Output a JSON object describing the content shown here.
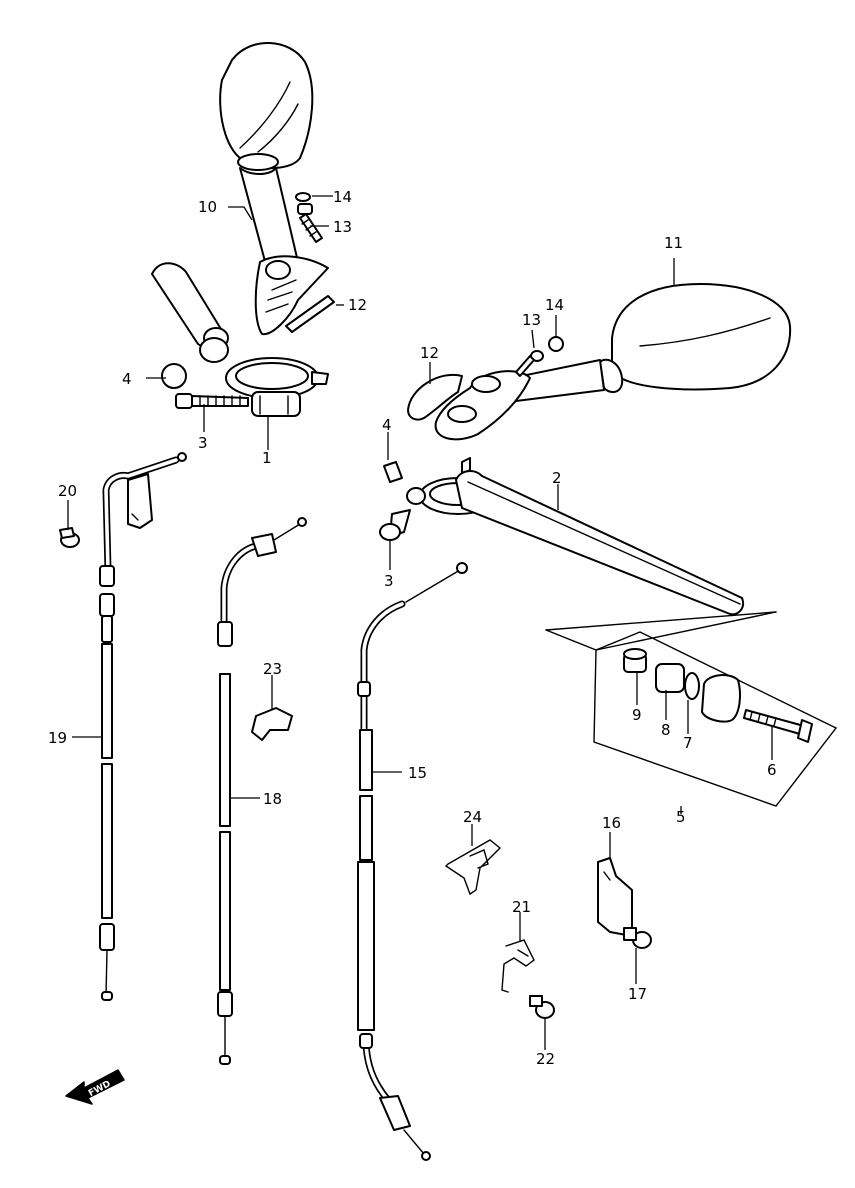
{
  "callouts": [
    {
      "id": "c1",
      "label": "1"
    },
    {
      "id": "c2",
      "label": "2"
    },
    {
      "id": "c3a",
      "label": "3"
    },
    {
      "id": "c3b",
      "label": "3"
    },
    {
      "id": "c4a",
      "label": "4"
    },
    {
      "id": "c4b",
      "label": "4"
    },
    {
      "id": "c5",
      "label": "5"
    },
    {
      "id": "c6",
      "label": "6"
    },
    {
      "id": "c7",
      "label": "7"
    },
    {
      "id": "c8",
      "label": "8"
    },
    {
      "id": "c9",
      "label": "9"
    },
    {
      "id": "c10",
      "label": "10"
    },
    {
      "id": "c11",
      "label": "11"
    },
    {
      "id": "c12a",
      "label": "12"
    },
    {
      "id": "c12b",
      "label": "12"
    },
    {
      "id": "c13a",
      "label": "13"
    },
    {
      "id": "c13b",
      "label": "13"
    },
    {
      "id": "c14a",
      "label": "14"
    },
    {
      "id": "c14b",
      "label": "14"
    },
    {
      "id": "c15",
      "label": "15"
    },
    {
      "id": "c16",
      "label": "16"
    },
    {
      "id": "c17",
      "label": "17"
    },
    {
      "id": "c18",
      "label": "18"
    },
    {
      "id": "c19",
      "label": "19"
    },
    {
      "id": "c20",
      "label": "20"
    },
    {
      "id": "c21",
      "label": "21"
    },
    {
      "id": "c22",
      "label": "22"
    },
    {
      "id": "c23",
      "label": "23"
    },
    {
      "id": "c24",
      "label": "24"
    }
  ],
  "fwd_badge": {
    "label": "FWD",
    "icon": "fwd-arrow-icon"
  }
}
